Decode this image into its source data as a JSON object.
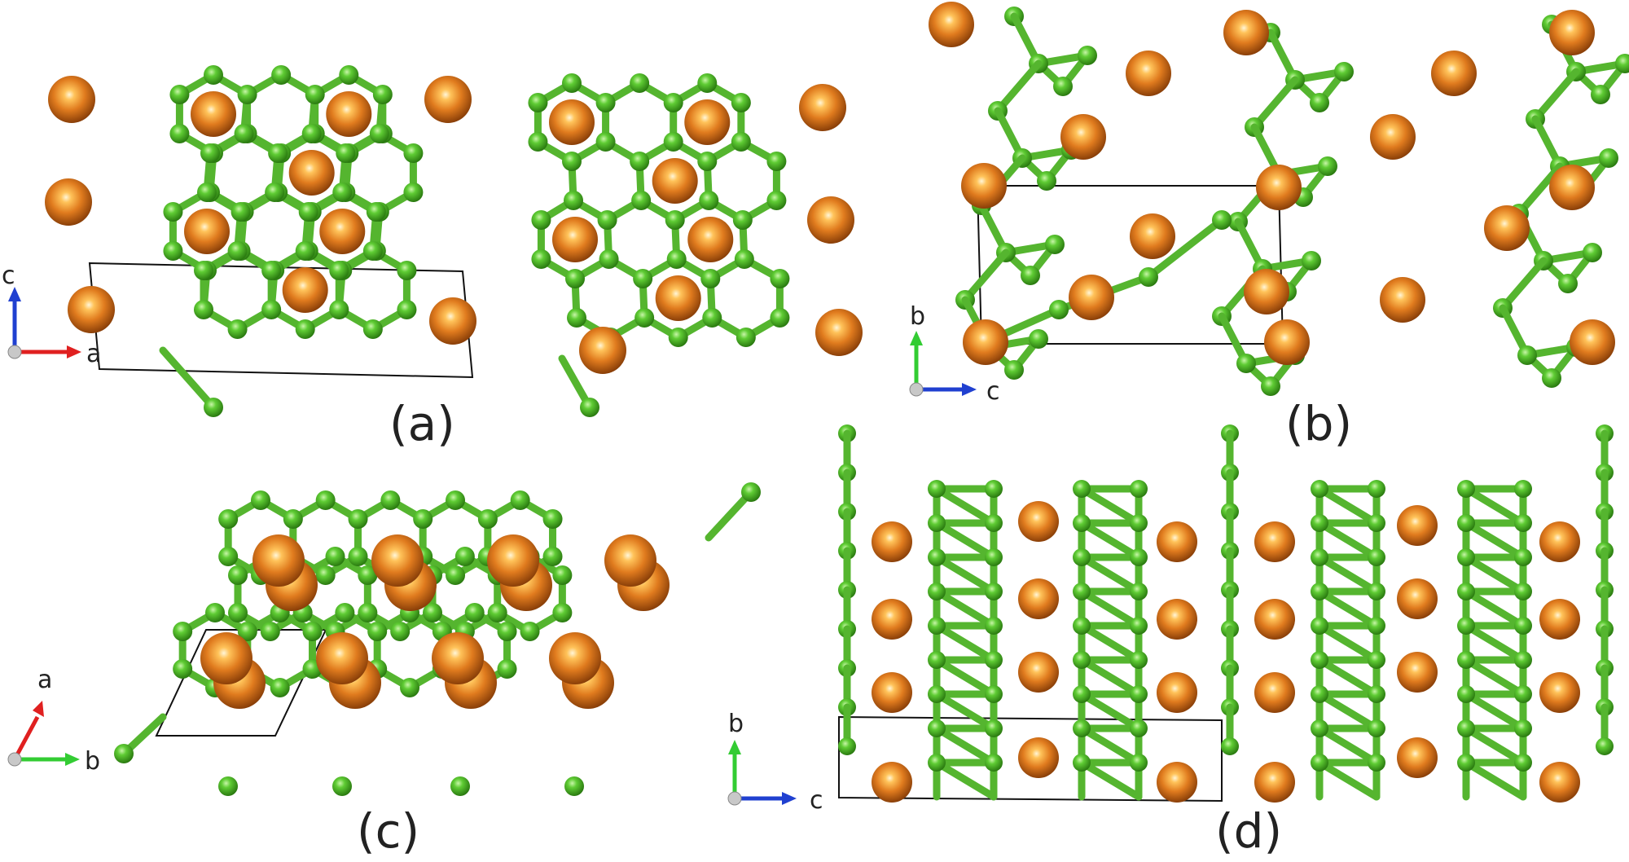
{
  "panels": [
    {
      "label": "(a)",
      "axes": [
        "c",
        "a"
      ]
    },
    {
      "label": "(b)",
      "axes": [
        "b",
        "c"
      ]
    },
    {
      "label": "(c)",
      "axes": [
        "a",
        "b"
      ]
    },
    {
      "label": "(d)",
      "axes": [
        "b",
        "c"
      ]
    }
  ],
  "colors": {
    "cation_atom": "#e07b1e",
    "anion_atom": "#4fb82c",
    "bond": "#55b52f",
    "axis_red": "#e02020",
    "axis_green": "#33cc33",
    "axis_blue": "#2040d0",
    "axis_origin": "#c8c8c8",
    "unit_cell": "#111111"
  }
}
